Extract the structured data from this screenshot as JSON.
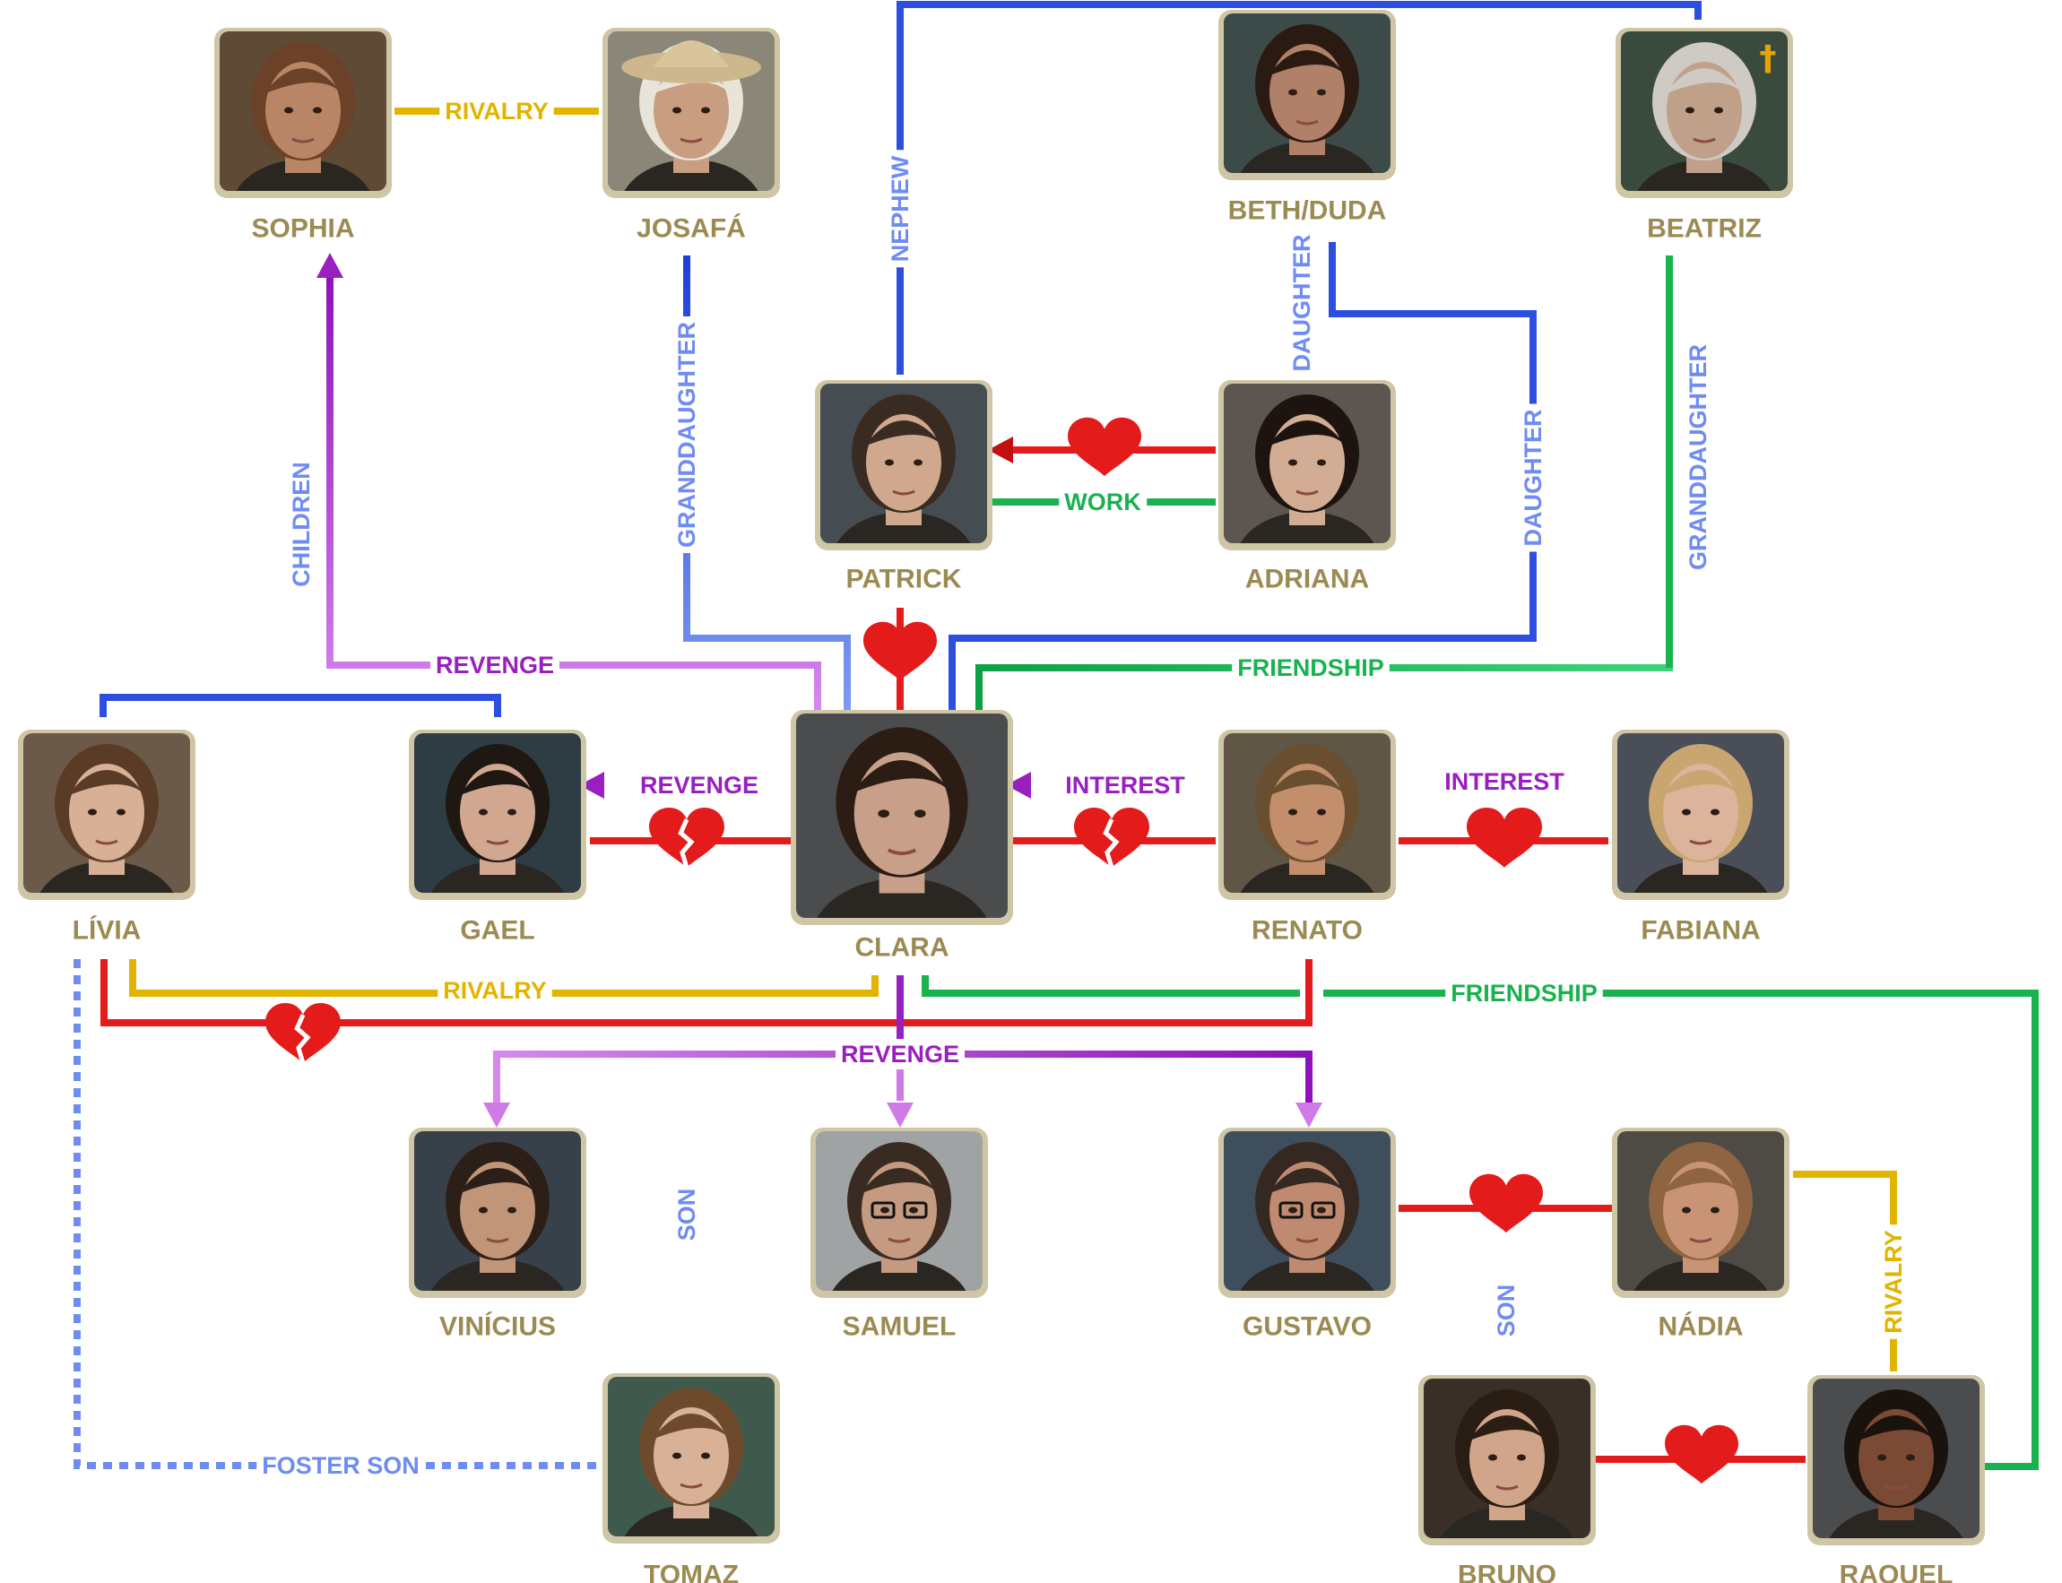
{
  "colors": {
    "name": "#9b8a52",
    "family": "#2c4fe0",
    "family_light": "#6f8cf2",
    "love": "#e41b1b",
    "revenge": "#9a1fc0",
    "revenge_light": "#d07ae8",
    "interest": "#9a1fc0",
    "rivalry": "#e2b400",
    "friendship": "#19b24f",
    "work": "#19b24f",
    "frame": "#cfc6a6",
    "deceased_mark": "#e6a400"
  },
  "characters": {
    "sophia": {
      "name": "SOPHIA",
      "skin": "#b98567",
      "hair": "#6b4127",
      "bg": "#5f4a36"
    },
    "josafa": {
      "name": "JOSAFÁ",
      "skin": "#c99d7f",
      "hair": "#e9e4da",
      "bg": "#8a8678",
      "hat": true
    },
    "beth": {
      "name": "BETH/DUDA",
      "skin": "#b08068",
      "hair": "#2a1a12",
      "bg": "#3c4a48"
    },
    "beatriz": {
      "name": "BEATRIZ",
      "skin": "#c1a08a",
      "hair": "#cfcac3",
      "bg": "#3a4a3f",
      "deceased": true,
      "deceased_symbol": "†"
    },
    "patrick": {
      "name": "PATRICK",
      "skin": "#d0a88d",
      "hair": "#3a2b22",
      "bg": "#454c52"
    },
    "adriana": {
      "name": "ADRIANA",
      "skin": "#d3ad93",
      "hair": "#1d1410",
      "bg": "#5d5650"
    },
    "clara": {
      "name": "CLARA",
      "skin": "#c8a08a",
      "hair": "#2b1c14",
      "bg": "#4b4c4e"
    },
    "livia": {
      "name": "LÍVIA",
      "skin": "#d8b096",
      "hair": "#5a3c26",
      "bg": "#6b5a4a"
    },
    "gael": {
      "name": "GAEL",
      "skin": "#d1a790",
      "hair": "#1f1712",
      "bg": "#2e3d44"
    },
    "renato": {
      "name": "RENATO",
      "skin": "#c28e6c",
      "hair": "#6a4e30",
      "bg": "#5f5646"
    },
    "fabiana": {
      "name": "FABIANA",
      "skin": "#dcb49b",
      "hair": "#c9a670",
      "bg": "#4a4e58"
    },
    "vinicius": {
      "name": "VINÍCIUS",
      "skin": "#c09578",
      "hair": "#2b1f18",
      "bg": "#384149"
    },
    "samuel": {
      "name": "SAMUEL",
      "skin": "#c49a80",
      "hair": "#3a2b22",
      "bg": "#a0a3a3",
      "glasses": true
    },
    "gustavo": {
      "name": "GUSTAVO",
      "skin": "#c08a70",
      "hair": "#352820",
      "bg": "#3f4e5c",
      "glasses": true
    },
    "nadia": {
      "name": "NÁDIA",
      "skin": "#c99476",
      "hair": "#8e6540",
      "bg": "#4e4a44"
    },
    "tomaz": {
      "name": "TOMAZ",
      "skin": "#d9b197",
      "hair": "#6e4a2c",
      "bg": "#3f5a4c"
    },
    "bruno": {
      "name": "BRUNO",
      "skin": "#d0a58a",
      "hair": "#2a1d14",
      "bg": "#3a2f26"
    },
    "raquel": {
      "name": "RAQUEL",
      "skin": "#7b4a34",
      "hair": "#1a120d",
      "bg": "#4a4c4d"
    }
  },
  "relationships": {
    "sophia_josafa": "RIVALRY",
    "sophia_children": "CHILDREN",
    "josafa_clara": "GRANDDAUGHTER",
    "beatriz_patrick": "NEPHEW",
    "beth_adriana": "DAUGHTER",
    "beth_clara": "DAUGHTER",
    "beatriz_clara": "GRANDDAUGHTER",
    "patrick_adriana_work": "WORK",
    "clara_sophia": "REVENGE",
    "clara_beatriz": "FRIENDSHIP",
    "clara_gael": "REVENGE",
    "renato_clara": "INTEREST",
    "renato_fabiana": "INTEREST",
    "clara_livia": "RIVALRY",
    "clara_raquel": "FRIENDSHIP",
    "clara_targets": "REVENGE",
    "gael_tomaz": "SON",
    "gustavo_bruno": "SON",
    "nadia_raquel": "RIVALRY",
    "livia_tomaz": "FOSTER SON"
  }
}
